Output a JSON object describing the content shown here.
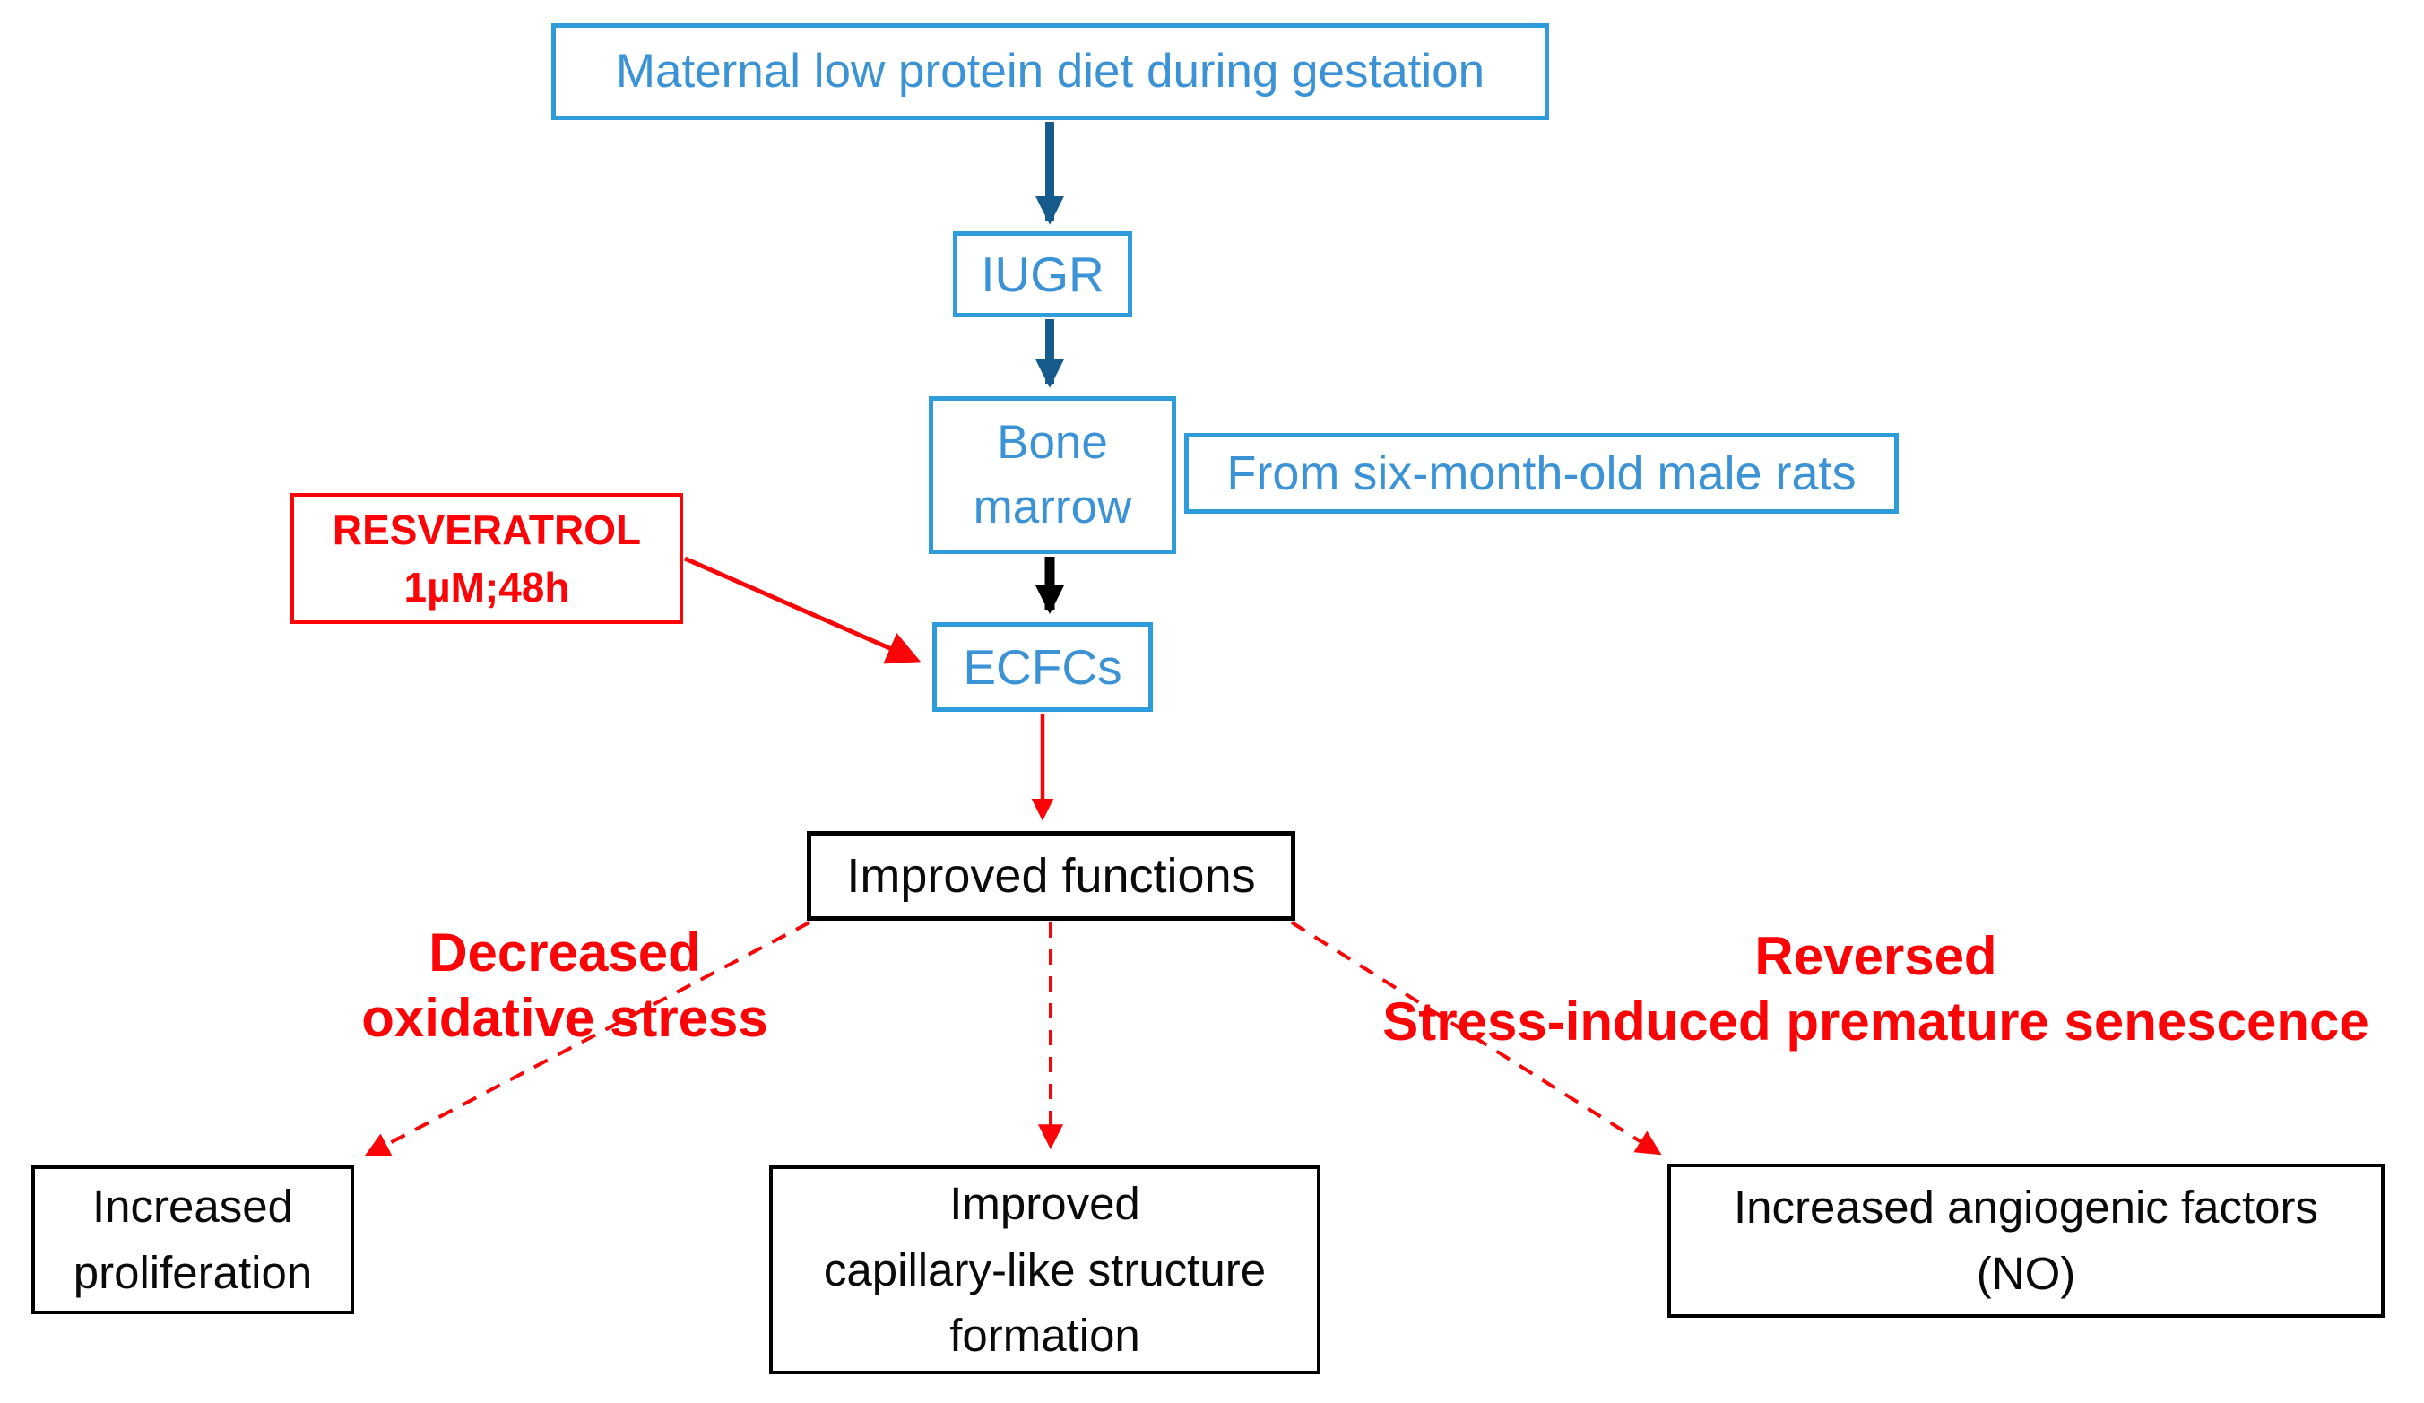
{
  "colors": {
    "background": "#FFFFFF",
    "blue_border": "#2E9BDA",
    "blue_text": "#3B93D6",
    "arrow_navy": "#175A8C",
    "arrow_black": "#000000",
    "red": "#FA0407",
    "black": "#000000"
  },
  "flow": {
    "maternal_diet": "Maternal low protein diet during gestation",
    "iugr": "IUGR",
    "bone_marrow": "Bone\nmarrow",
    "source_note": "From six-month-old male rats",
    "resveratrol": "RESVERATROL\n1µM;48h",
    "ecfcs": "ECFCs",
    "improved_functions": "Improved functions",
    "outcome_left": "Increased\nproliferation",
    "outcome_center": "Improved\ncapillary-like structure\nformation",
    "outcome_right": "Increased angiogenic factors\n(NO)",
    "label_decreased": "Decreased\noxidative stress",
    "label_reversed": "Reversed\nStress-induced premature senescence"
  }
}
